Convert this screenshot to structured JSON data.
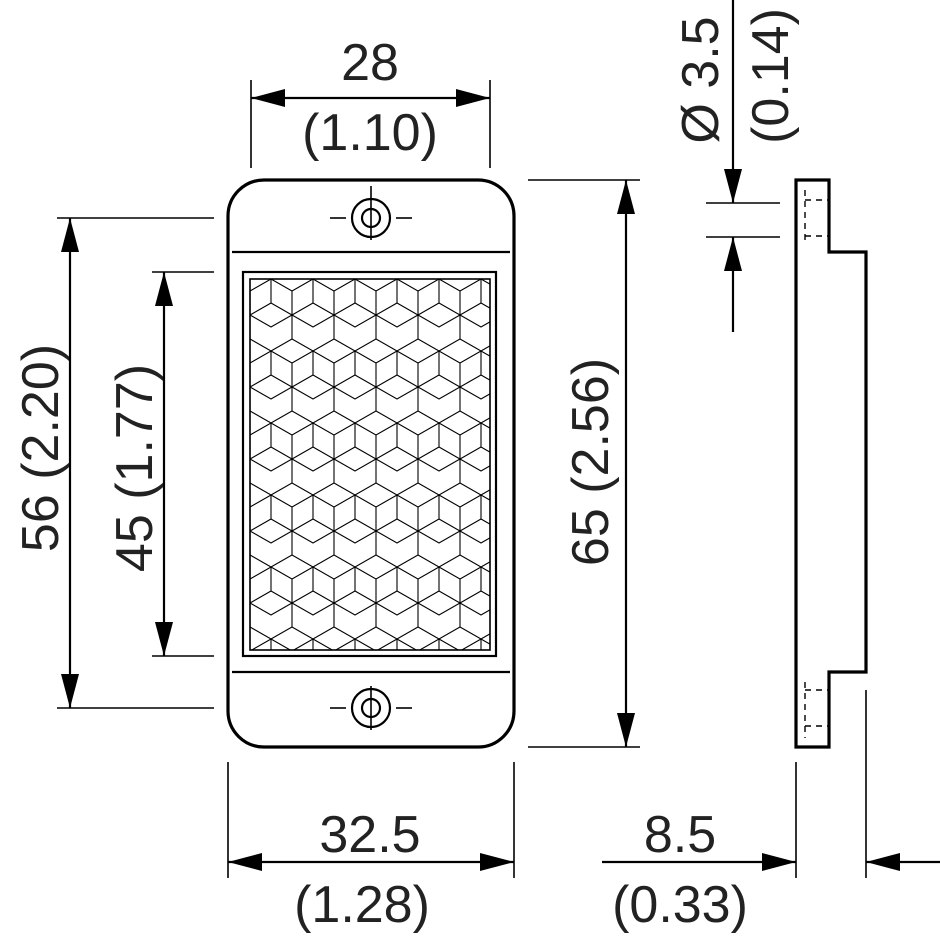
{
  "dimensions": {
    "width_28": {
      "mm": "28",
      "inch": "(1.10)"
    },
    "width_32_5": {
      "mm": "32.5",
      "inch": "(1.28)"
    },
    "height_56": {
      "mm": "56",
      "inch": "(2.20)"
    },
    "height_45": {
      "mm": "45",
      "inch": "(1.77)"
    },
    "height_65": {
      "mm": "65",
      "inch": "(2.56)"
    },
    "hole_dia": {
      "mm": "Ø 3.5",
      "inch": "(0.14)"
    },
    "thickness": {
      "mm": "8.5",
      "inch": "(0.33)"
    }
  }
}
